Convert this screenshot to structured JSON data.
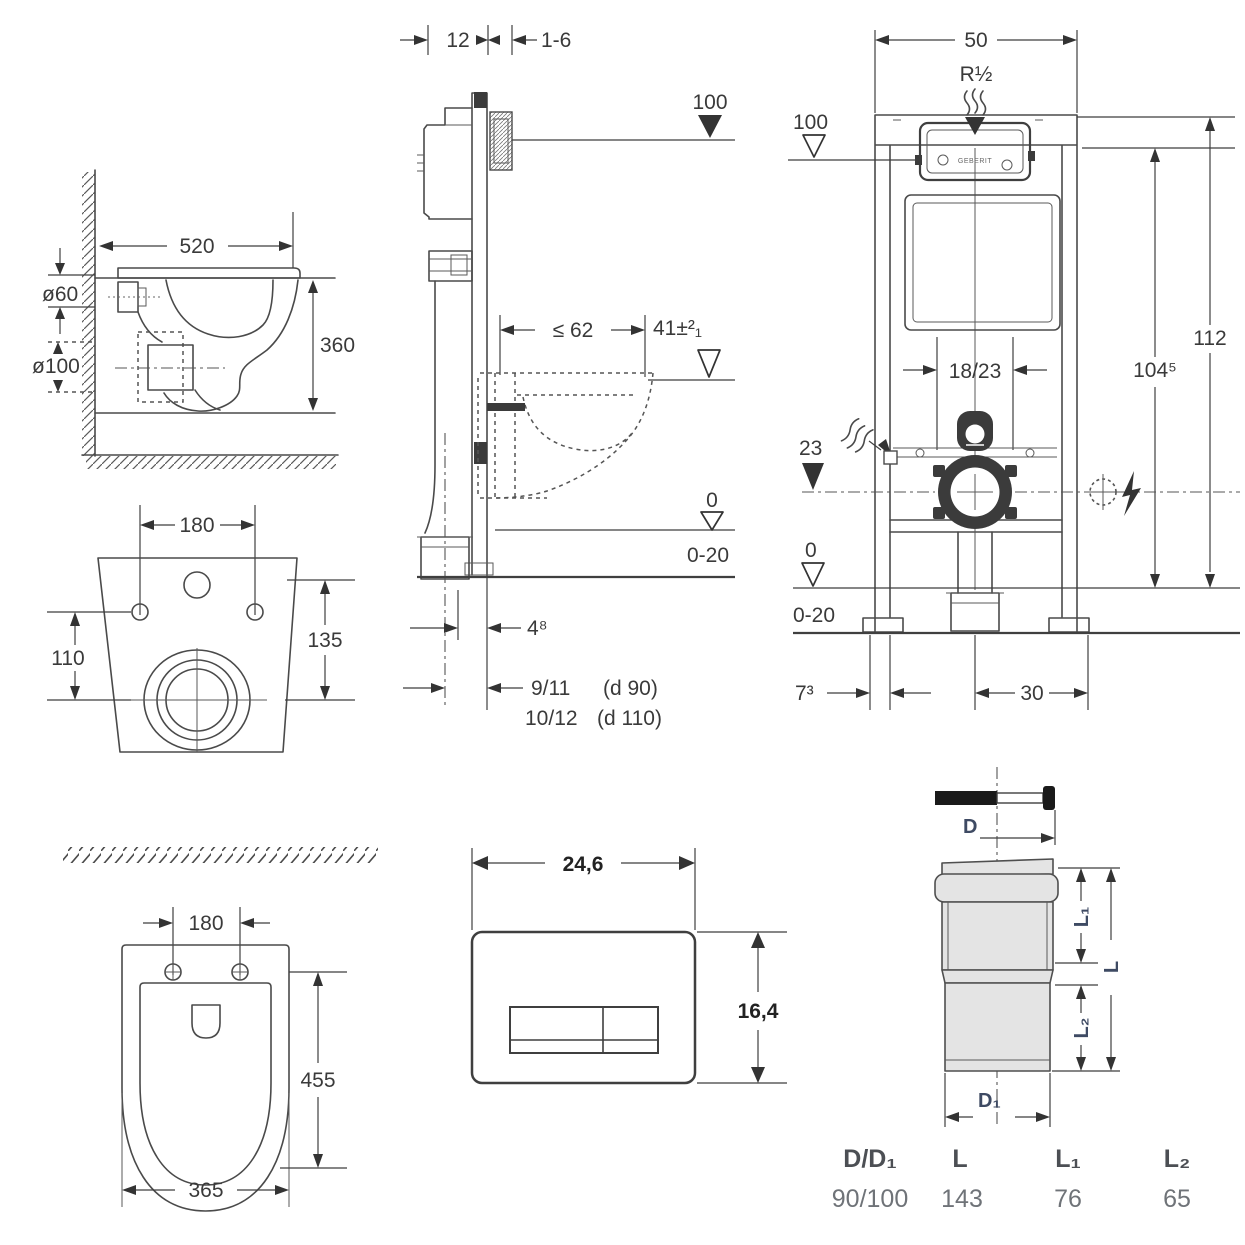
{
  "d1": {
    "width": "520",
    "height": "360",
    "inlet": "ø60",
    "outlet": "ø100"
  },
  "d2": {
    "rail_depth": "12",
    "plate_adjust": "1-6",
    "plate_height": "100",
    "bowl_depth": "≤ 62",
    "seat_height": "41±²₁",
    "zero": "0",
    "floor_range": "0-20",
    "rear_offset": "4⁸",
    "outlet_small": "9/11",
    "outlet_small_note": "(d 90)",
    "outlet_large": "10/12",
    "outlet_large_note": "(d 110)"
  },
  "d3": {
    "width": "50",
    "water_connection": "R½",
    "plate_height": "100",
    "frame_height": "112",
    "rail_height": "104⁵",
    "rod_spacing": "18/23",
    "outlet_height": "23",
    "zero": "0",
    "floor_range": "0-20",
    "side_offset": "7³",
    "center_offset": "30",
    "brand": "GEBERIT"
  },
  "d4": {
    "hole_spacing": "180",
    "hole_to_outlet": "110",
    "top_to_outlet": "135"
  },
  "d5": {
    "hole_spacing": "180",
    "depth": "455",
    "width": "365"
  },
  "d6": {
    "plate_width": "24,6",
    "plate_height": "16,4"
  },
  "d7": {
    "dia_top": "D",
    "dia_bottom": "D₁",
    "len_total": "L",
    "len_upper": "L₁",
    "len_lower": "L₂",
    "table": {
      "headers": [
        "D/D₁",
        "L",
        "L₁",
        "L₂"
      ],
      "values": [
        "90/100",
        "143",
        "76",
        "65"
      ]
    }
  }
}
